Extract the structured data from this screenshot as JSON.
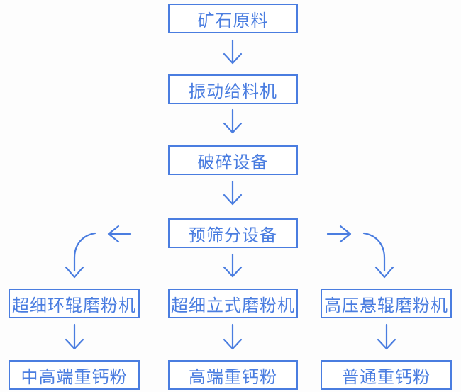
{
  "diagram": {
    "type": "flowchart",
    "accent_color": "#4a7de0",
    "background_color": "#fdfdfd",
    "nodes": {
      "raw_material": {
        "label": "矿石原料"
      },
      "vibrating_feeder": {
        "label": "振动给料机"
      },
      "crushing_equipment": {
        "label": "破碎设备"
      },
      "pre_screening": {
        "label": "预筛分设备"
      },
      "ultrafine_ring_roller_mill": {
        "label": "超细环辊磨粉机"
      },
      "ultrafine_vertical_mill": {
        "label": "超细立式磨粉机"
      },
      "high_pressure_suspension_roller_mill": {
        "label": "高压悬辊磨粉机"
      },
      "mid_high_end_heavy_calcium_powder": {
        "label": "中高端重钙粉"
      },
      "high_end_heavy_calcium_powder": {
        "label": "高端重钙粉"
      },
      "ordinary_heavy_calcium_powder": {
        "label": "普通重钙粉"
      }
    },
    "edges": [
      {
        "from": "raw_material",
        "to": "vibrating_feeder"
      },
      {
        "from": "vibrating_feeder",
        "to": "crushing_equipment"
      },
      {
        "from": "crushing_equipment",
        "to": "pre_screening"
      },
      {
        "from": "pre_screening",
        "to": "ultrafine_ring_roller_mill"
      },
      {
        "from": "pre_screening",
        "to": "ultrafine_vertical_mill"
      },
      {
        "from": "pre_screening",
        "to": "high_pressure_suspension_roller_mill"
      },
      {
        "from": "ultrafine_ring_roller_mill",
        "to": "mid_high_end_heavy_calcium_powder"
      },
      {
        "from": "ultrafine_vertical_mill",
        "to": "high_end_heavy_calcium_powder"
      },
      {
        "from": "high_pressure_suspension_roller_mill",
        "to": "ordinary_heavy_calcium_powder"
      }
    ]
  }
}
